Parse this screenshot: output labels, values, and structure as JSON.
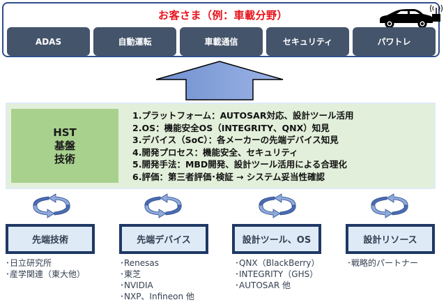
{
  "customer": {
    "title": "お客さま（例：車載分野）",
    "domains": [
      {
        "label": "ADAS"
      },
      {
        "label": "自動運転"
      },
      {
        "label": "車載通信"
      },
      {
        "label": "セキュリティ"
      },
      {
        "label": "パワトレ"
      }
    ]
  },
  "icons": {
    "car": "car-with-antenna-icon",
    "arrow": "up-arrow-icon",
    "cycle": "circular-arrows-icon"
  },
  "hst": {
    "label_lines": [
      "HST",
      "基盤",
      "技術"
    ],
    "items": [
      "1.プラットフォーム：AUTOSAR対応、設計ツール活用",
      "2.OS：機能安全OS（INTEGRITY、QNX）知見",
      "3.デバイス（SoC）：各メーカーの先端デバイス知見",
      "4.開発プロセス：機能安全、セキュリティ",
      "5.開発手法：MBD開発、設計ツール活用による合理化",
      "6.評価：第三者評価･検証 → システム妥当性確認"
    ]
  },
  "resources": [
    {
      "title": "先端技術",
      "items": [
        "･日立研究所",
        "･産学関連（東大他）"
      ]
    },
    {
      "title": "先端デバイス",
      "items": [
        "･Renesas",
        "･東芝",
        "･NVIDIA",
        "･NXP、Infineon 他"
      ]
    },
    {
      "title": "設計ツール、OS",
      "items": [
        "･QNX（BlackBerry）",
        "･INTEGRITY（GHS）",
        "･AUTOSAR 他"
      ]
    },
    {
      "title": "設計リソース",
      "items": [
        "･戦略的パートナー"
      ]
    }
  ],
  "colors": {
    "title_red": "#E8111A",
    "domain_bg": "#44546A",
    "frame_border": "#2F4E8C",
    "hst_panel": "#E2EFDA",
    "hst_label": "#A9D18E",
    "resource_bg": "#DEEBF7",
    "resource_border": "#1F3864",
    "arrow_fill": "#8FAADC"
  }
}
